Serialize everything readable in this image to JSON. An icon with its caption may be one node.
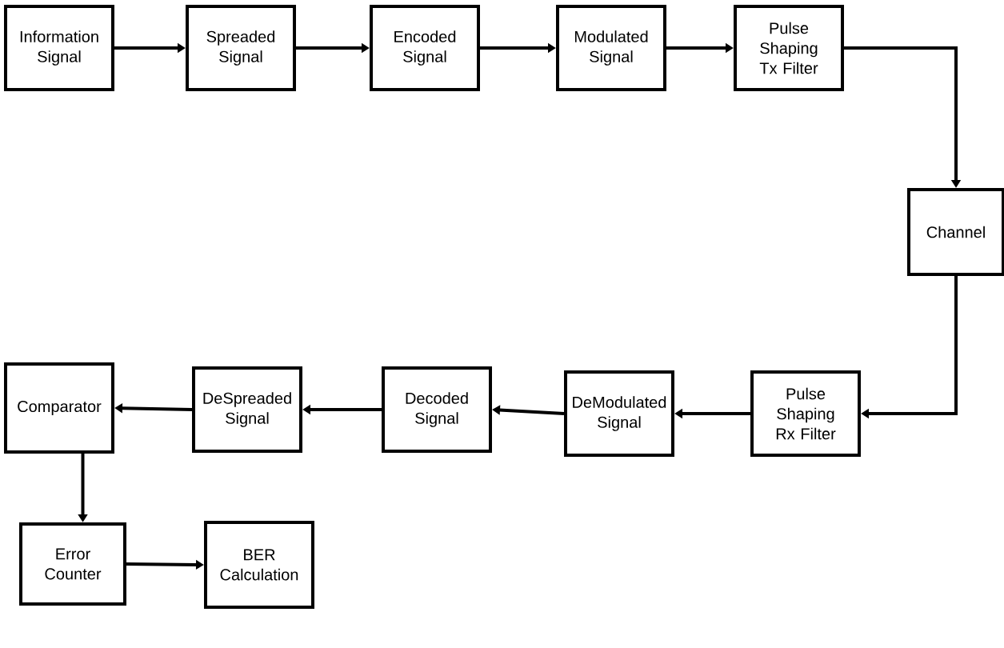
{
  "diagram": {
    "nodes": [
      {
        "text": [
          "Information Signal"
        ]
      },
      {
        "text": [
          "Spreaded Signal"
        ]
      },
      {
        "text": [
          "Encoded Signal"
        ]
      },
      {
        "text": [
          "Modulated Signal"
        ]
      },
      {
        "text": [
          "Pulse Shaping Tx Filter"
        ]
      },
      {
        "text": [
          "Channel"
        ]
      },
      {
        "text": [
          "Pulse Shaping Rx Filter"
        ]
      },
      {
        "text": [
          "DeModulated Signal"
        ]
      },
      {
        "text": [
          "Decoded Signal"
        ]
      },
      {
        "text": [
          "DeSpreaded Signal"
        ]
      },
      {
        "text": [
          "Comparator"
        ]
      },
      {
        "text": [
          "Error Counter"
        ]
      },
      {
        "text": [
          "BER Calculation"
        ]
      }
    ],
    "edges": [
      {
        "from": 0,
        "to": 1,
        "arrow": "to"
      },
      {
        "from": 1,
        "to": 2,
        "arrow": "to"
      },
      {
        "from": 2,
        "to": 3,
        "arrow": "to"
      },
      {
        "from": 3,
        "to": 4,
        "arrow": "to"
      },
      {
        "from": 4,
        "to": 5,
        "arrow": "to"
      },
      {
        "from": 5,
        "to": 6,
        "arrow": "to"
      },
      {
        "from": 6,
        "to": 7,
        "arrow": "to"
      },
      {
        "from": 7,
        "to": 8,
        "arrow": "to"
      },
      {
        "from": 8,
        "to": 9,
        "arrow": "to"
      },
      {
        "from": 9,
        "to": 10,
        "arrow": "to"
      },
      {
        "from": 10,
        "to": 11,
        "arrow": "to"
      },
      {
        "from": 11,
        "to": 12,
        "arrow": "to"
      }
    ]
  }
}
